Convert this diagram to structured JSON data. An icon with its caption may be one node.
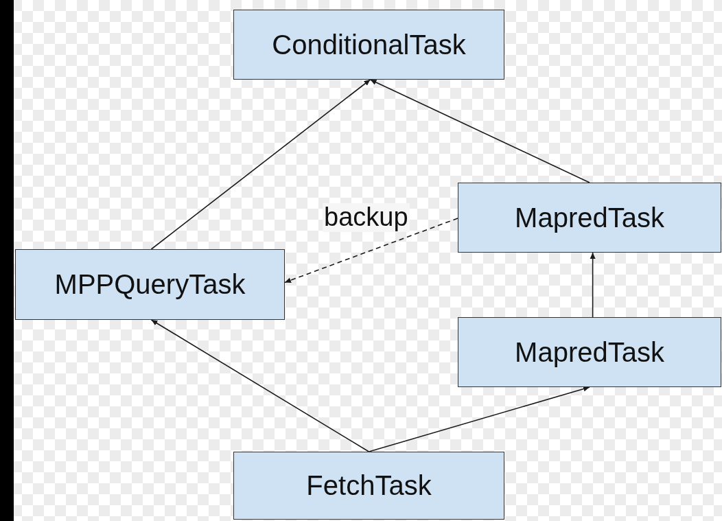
{
  "diagram": {
    "nodes": [
      {
        "text": [
          "ConditionalTask"
        ]
      },
      {
        "text": [
          "MapredTask"
        ]
      },
      {
        "text": [
          "MPPQueryTask"
        ]
      },
      {
        "text": [
          "MapredTask"
        ]
      },
      {
        "text": [
          "FetchTask"
        ]
      }
    ],
    "edges": [
      {
        "from": 2,
        "to": 0,
        "arrow": "to"
      },
      {
        "from": 1,
        "to": 0,
        "arrow": "to"
      },
      {
        "from": 1,
        "to": 2,
        "arrow": "to",
        "label": "backup",
        "style": "dashed"
      },
      {
        "from": 3,
        "to": 1,
        "arrow": "to"
      },
      {
        "from": 4,
        "to": 2,
        "arrow": "to"
      },
      {
        "from": 4,
        "to": 3,
        "arrow": "to"
      }
    ]
  }
}
